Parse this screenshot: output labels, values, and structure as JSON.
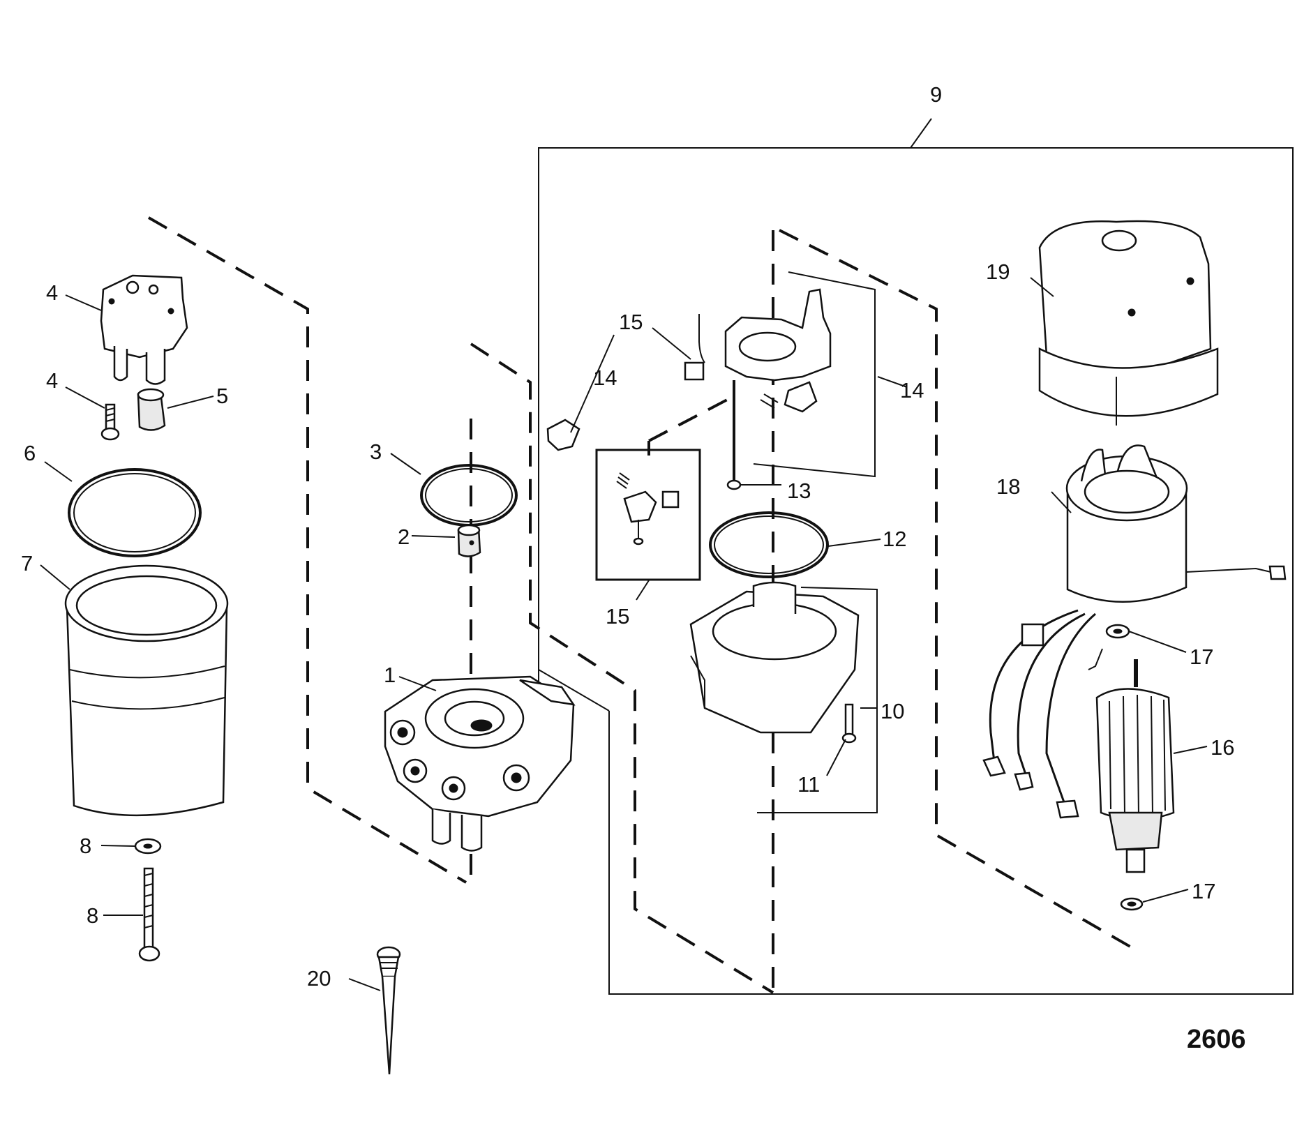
{
  "figure_number": "2606",
  "callouts": {
    "c1": "1",
    "c2": "2",
    "c3": "3",
    "c4a": "4",
    "c4b": "4",
    "c5": "5",
    "c6": "6",
    "c7": "7",
    "c8a": "8",
    "c8b": "8",
    "c9": "9",
    "c10": "10",
    "c11": "11",
    "c12": "12",
    "c13": "13",
    "c14a": "14",
    "c14b": "14",
    "c15a": "15",
    "c15b": "15",
    "c16": "16",
    "c17a": "17",
    "c17b": "17",
    "c18": "18",
    "c19": "19",
    "c20": "20"
  }
}
